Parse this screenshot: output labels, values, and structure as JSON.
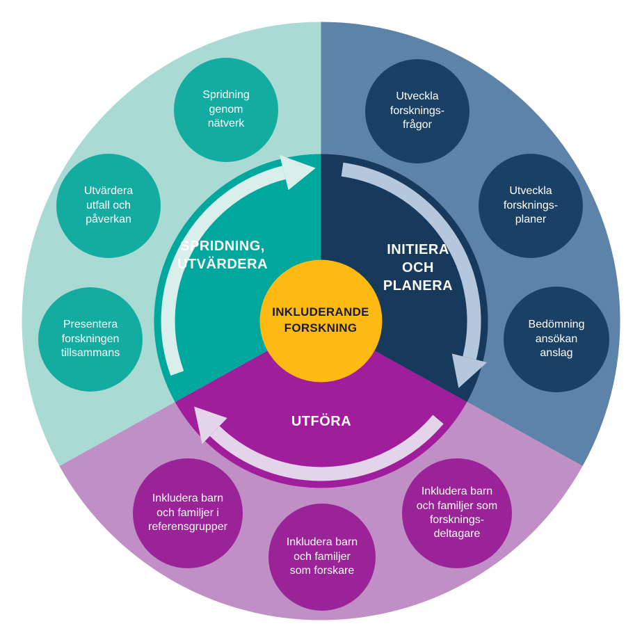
{
  "center": {
    "label": "INKLUDERANDE\nFORSKNING"
  },
  "sectors": [
    {
      "id": "initiera-och-planera",
      "label": "INITIERA\nOCH\nPLANERA",
      "nodes": [
        {
          "text": "Utveckla\nforsknings-\nfrågor"
        },
        {
          "text": "Utveckla\nforsknings-\nplaner"
        },
        {
          "text": "Bedömning\nansökan\nanslag"
        }
      ]
    },
    {
      "id": "utfora",
      "label": "UTFÖRA",
      "nodes": [
        {
          "text": "Inkludera barn\noch familjer som\nforsknings-\ndeltagare"
        },
        {
          "text": "Inkludera barn\noch familjer\nsom forskare"
        },
        {
          "text": "Inkludera barn\noch familjer i\nreferensgrupper"
        }
      ]
    },
    {
      "id": "spridning-utvardera",
      "label": "SPRIDNING,\nUTVÄRDERA",
      "nodes": [
        {
          "text": "Presentera\nforskningen\ntillsammans"
        },
        {
          "text": "Utvärdera\nutfall och\npåverkan"
        },
        {
          "text": "Spridning\ngenom\nnätverk"
        }
      ]
    }
  ],
  "colors": {
    "outer_blue": "#5e83a9",
    "inner_navy": "#16395c",
    "node_navy": "#1a4165",
    "outer_purple": "#c08fc6",
    "inner_magenta": "#a01e9c",
    "node_purple": "#992397",
    "outer_teal": "#a9dbd4",
    "inner_teal": "#00a79d",
    "node_teal": "#14aca1",
    "center_yellow": "#fcba12",
    "arrow_blue": "#b4c7dc",
    "arrow_lavender": "#e3d4e9",
    "arrow_mint": "#d9efeb",
    "center_text": "#1b1b2e",
    "node_text": "#ffffff",
    "sector_label_text": "#ffffff",
    "background": "#ffffff"
  }
}
